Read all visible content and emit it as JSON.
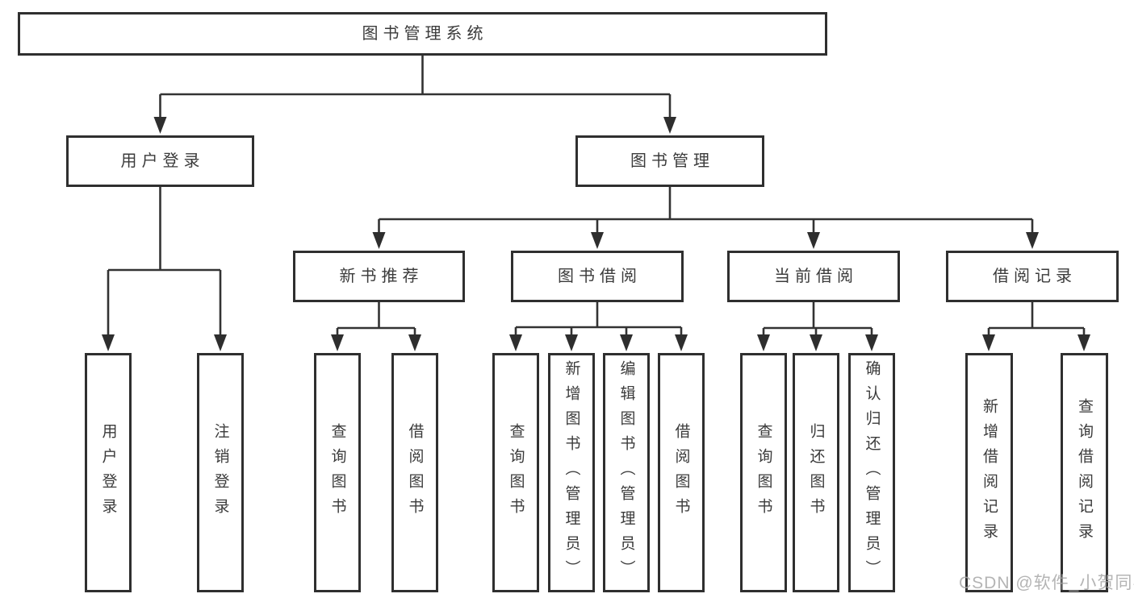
{
  "tree": {
    "root": {
      "label": "图书管理系统"
    },
    "branches": [
      {
        "label": "用户登录",
        "children": [
          {
            "label": "用户登录"
          },
          {
            "label": "注销登录"
          }
        ]
      },
      {
        "label": "图书管理",
        "children": [
          {
            "label": "新书推荐",
            "children": [
              {
                "label": "查询图书"
              },
              {
                "label": "借阅图书"
              }
            ]
          },
          {
            "label": "图书借阅",
            "children": [
              {
                "label": "查询图书"
              },
              {
                "label": "新增图书（管理员）"
              },
              {
                "label": "编辑图书（管理员）"
              },
              {
                "label": "借阅图书"
              }
            ]
          },
          {
            "label": "当前借阅",
            "children": [
              {
                "label": "查询图书"
              },
              {
                "label": "归还图书"
              },
              {
                "label": "确认归还（管理员）"
              }
            ]
          },
          {
            "label": "借阅记录",
            "children": [
              {
                "label": "新增借阅记录"
              },
              {
                "label": "查询借阅记录"
              }
            ]
          }
        ]
      }
    ]
  },
  "watermark": {
    "text": "CSDN @软件_小贺同学"
  },
  "colors": {
    "line": "#333333",
    "arrow": "#2e2e2e",
    "box_border": "#2f2f2f",
    "text": "#3b3b3b",
    "watermark": "#a8a8a8",
    "background": "#ffffff"
  }
}
